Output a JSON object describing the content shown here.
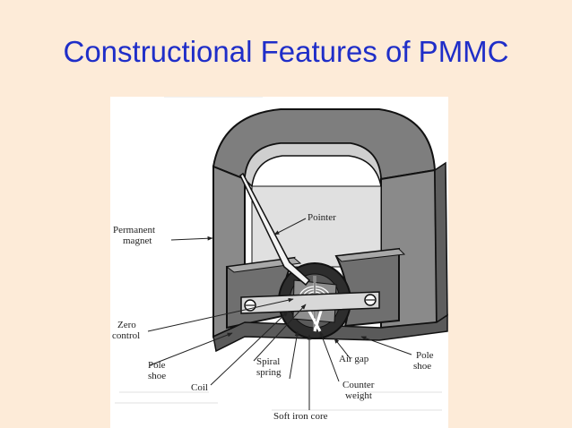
{
  "slide": {
    "title": "Constructional Features of PMMC",
    "colors": {
      "background": "#fdebd8",
      "title": "#1f2ec8"
    }
  },
  "diagram": {
    "labels": {
      "pointer": "Pointer",
      "permanent_magnet_line1": "Permanent",
      "permanent_magnet_line2": "magnet",
      "zero_control_line1": "Zero",
      "zero_control_line2": "control",
      "pole_shoe_left_line1": "Pole",
      "pole_shoe_left_line2": "shoe",
      "coil": "Coil",
      "spiral_spring_line1": "Spiral",
      "spiral_spring_line2": "spring",
      "air_gap": "Air gap",
      "pole_shoe_right_line1": "Pole",
      "pole_shoe_right_line2": "shoe",
      "counter_weight_line1": "Counter",
      "counter_weight_line2": "weight",
      "soft_iron_core": "Soft iron core"
    }
  }
}
